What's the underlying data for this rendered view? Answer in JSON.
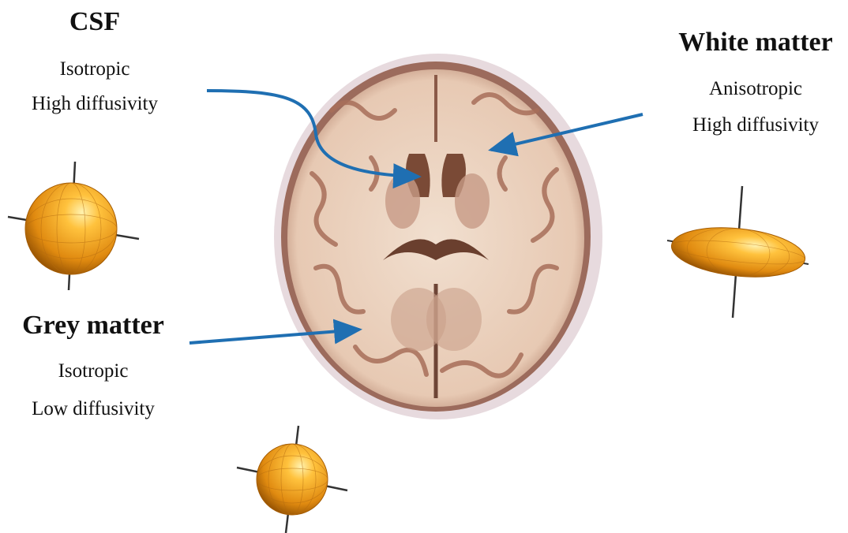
{
  "labels": {
    "csf": {
      "title": "CSF",
      "line1": "Isotropic",
      "line2": "High diffusivity"
    },
    "white": {
      "title": "White matter",
      "line1": "Anisotropic",
      "line2": "High diffusivity"
    },
    "grey": {
      "title": "Grey matter",
      "line1": "Isotropic",
      "line2": "Low diffusivity"
    }
  },
  "colors": {
    "arrow": "#1f6fb2",
    "tensor": "#f0a020"
  },
  "icons": [
    "brain-slice-image",
    "sphere-tensor-icon",
    "ellipsoid-tensor-icon"
  ]
}
